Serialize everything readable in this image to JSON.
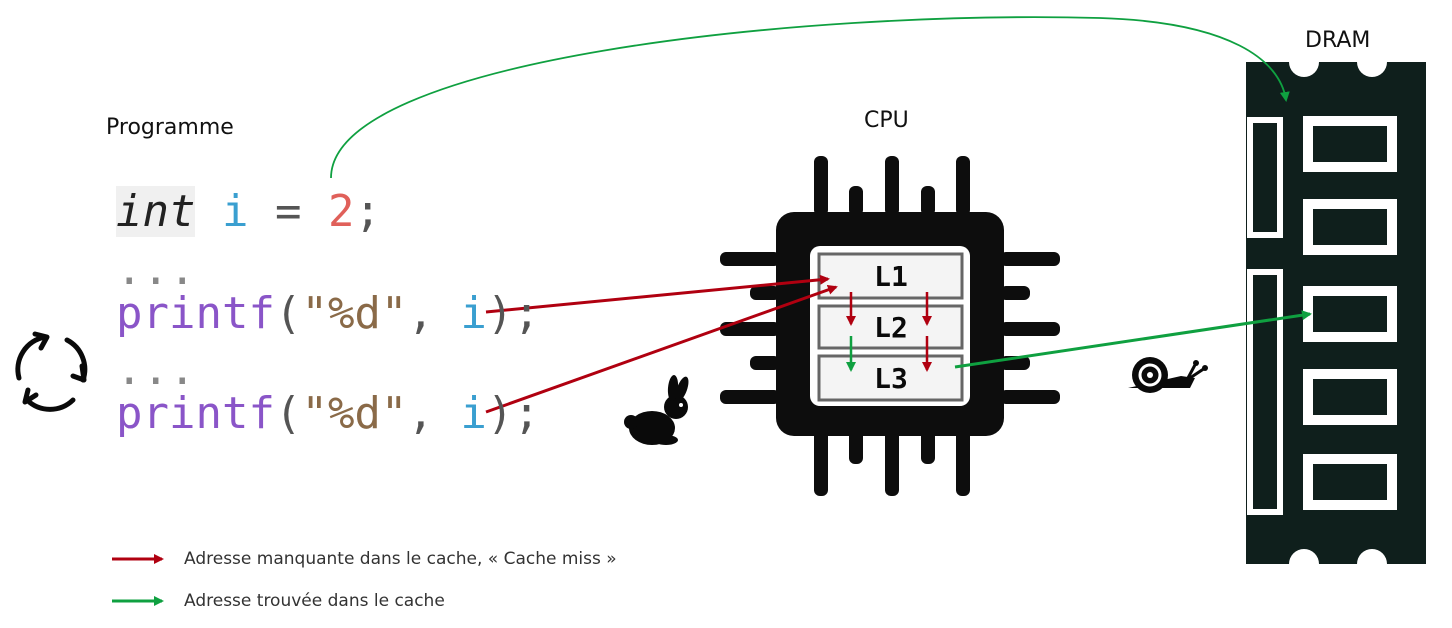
{
  "labels": {
    "program": "Programme",
    "cpu": "CPU",
    "dram": "DRAM"
  },
  "code": {
    "line1": {
      "kw": "int",
      "var": "i",
      "op": "=",
      "num": "2",
      "end": ";"
    },
    "dots1": "...",
    "line2": {
      "fn": "printf",
      "open": "(",
      "str": "\"%d\"",
      "comma": ",",
      "var": "i",
      "close": ");"
    },
    "dots2": "...",
    "line3": {
      "fn": "printf",
      "open": "(",
      "str": "\"%d\"",
      "comma": ",",
      "var": "i",
      "close": ");"
    }
  },
  "cache_levels": [
    "L1",
    "L2",
    "L3"
  ],
  "legend": [
    {
      "text": "Adresse manquante dans le cache, « Cache miss »",
      "color": "#b00010"
    },
    {
      "text": "Adresse trouvée dans le cache",
      "color": "#0fa040"
    }
  ],
  "colors": {
    "miss": "#b00010",
    "hit": "#0fa040",
    "chip": "#0d0d0d",
    "ram": "#0f1f1c"
  },
  "icons": [
    "loop-icon",
    "rabbit-icon",
    "snail-icon"
  ]
}
